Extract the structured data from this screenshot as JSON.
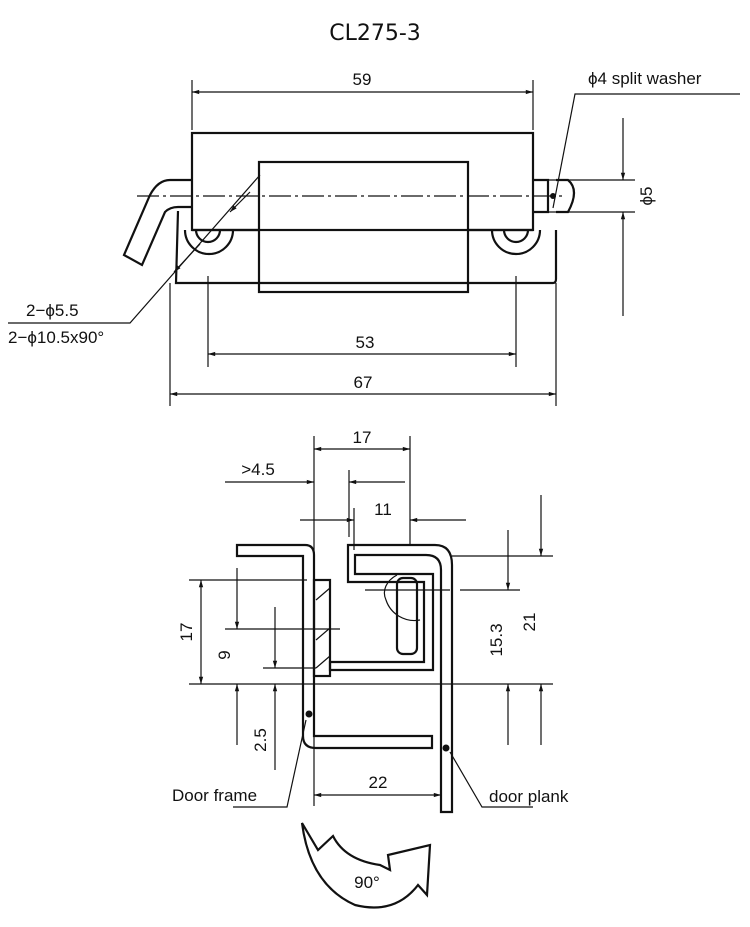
{
  "title": "CL275-3",
  "top_view": {
    "dim_overall_body": "59",
    "dim_hole_spacing": "53",
    "dim_overall_base": "67",
    "dim_pin_diameter": "ϕ5",
    "callout_washer": "ϕ4 split washer",
    "callout_holes_1": "2−ϕ5.5",
    "callout_holes_2": "2−ϕ10.5x90°"
  },
  "side_view": {
    "dim_width_top": "17",
    "dim_min_gap": ">4.5",
    "dim_pin_offset": "11",
    "dim_height_left": "17",
    "dim_mid": "9",
    "dim_thickness": "2.5",
    "dim_pin_height": "15.3",
    "dim_total_height": "21",
    "dim_gap_bottom": "22",
    "label_door_frame": "Door frame",
    "label_door_plank": "door plank",
    "rotation_label": "90°"
  }
}
